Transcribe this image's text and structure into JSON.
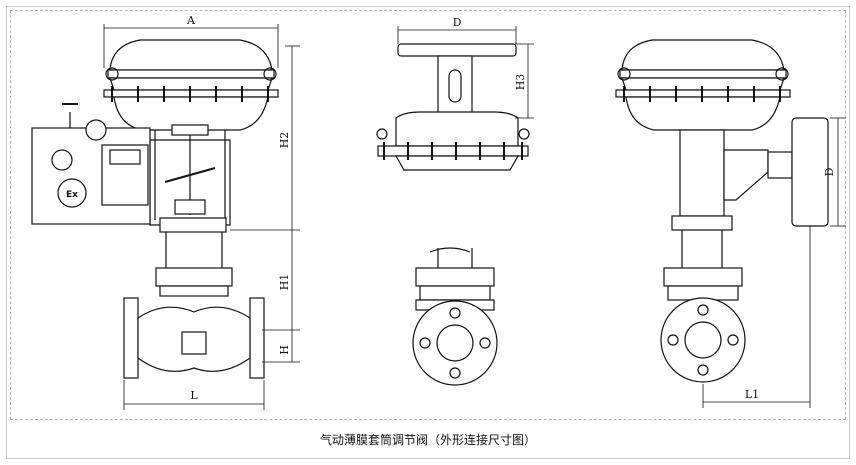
{
  "caption": "气动薄膜套筒调节阀（外形连接尺寸图）",
  "dimensions": {
    "A": "A",
    "H2": "H2",
    "H1": "H1",
    "H": "H",
    "L": "L",
    "D_top": "D",
    "H3": "H3",
    "D_side": "D",
    "L1": "L1"
  },
  "badge": "Ex"
}
